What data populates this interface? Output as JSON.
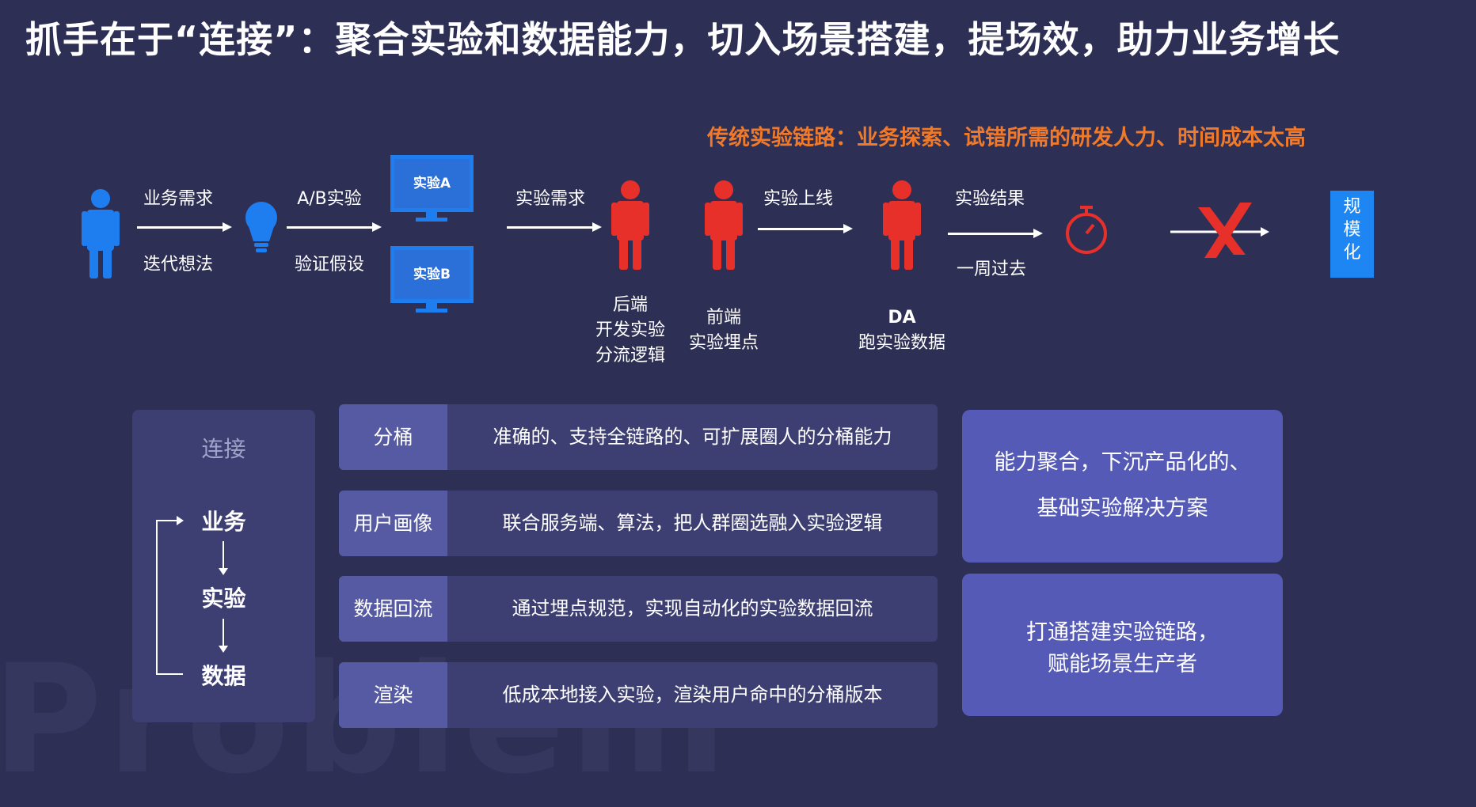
{
  "title": "抓手在于“连接”：聚合实验和数据能力，切入场景搭建，提场效，助力业务增长",
  "watermark": "Problem",
  "traditional_note": "传统实验链路：业务探索、试错所需的研发人力、时间成本太高",
  "flow": {
    "step1_top": "业务需求",
    "step1_bottom": "迭代想法",
    "step2_top": "A/B实验",
    "step2_bottom": "验证假设",
    "monitor_a": "实验A",
    "monitor_b": "实验B",
    "step3_top": "实验需求",
    "backend_label": [
      "后端",
      "开发实验",
      "分流逻辑"
    ],
    "frontend_label": [
      "前端",
      "实验埋点"
    ],
    "step4_top": "实验上线",
    "da_label": [
      "DA",
      "跑实验数据"
    ],
    "step5_top": "实验结果",
    "step5_bottom": "一周过去",
    "scale": [
      "规",
      "模",
      "化"
    ]
  },
  "left_panel": {
    "header": "连接",
    "items": [
      "业务",
      "实验",
      "数据"
    ]
  },
  "rows": [
    {
      "tag": "分桶",
      "desc": "准确的、支持全链路的、可扩展圈人的分桶能力"
    },
    {
      "tag": "用户画像",
      "desc": "联合服务端、算法，把人群圈选融入实验逻辑"
    },
    {
      "tag": "数据回流",
      "desc": "通过埋点规范，实现自动化的实验数据回流"
    },
    {
      "tag": "渲染",
      "desc": "低成本地接入实验，渲染用户命中的分桶版本"
    }
  ],
  "cards": [
    {
      "lines": [
        "能力聚合，下沉产品化的、",
        "基础实验解决方案"
      ]
    },
    {
      "lines": [
        "打通搭建实验链路，",
        "赋能场景生产者"
      ]
    }
  ],
  "colors": {
    "background": "#2d2f55",
    "blue": "#1e7ef0",
    "red": "#e8302a",
    "orange": "#f07a2a",
    "panel": "#3d3f73",
    "tag": "#555aa2",
    "card": "#555ab6"
  }
}
